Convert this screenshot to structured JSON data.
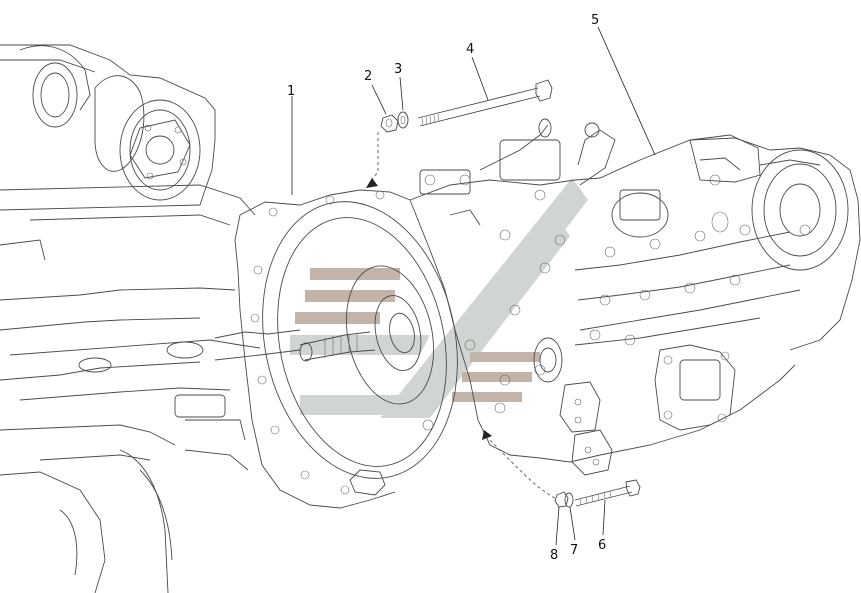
{
  "figure": {
    "callouts": [
      {
        "id": "c1",
        "label": "1"
      },
      {
        "id": "c2",
        "label": "2"
      },
      {
        "id": "c3",
        "label": "3"
      },
      {
        "id": "c4",
        "label": "4"
      },
      {
        "id": "c5",
        "label": "5"
      },
      {
        "id": "c6",
        "label": "6"
      },
      {
        "id": "c7",
        "label": "7"
      },
      {
        "id": "c8",
        "label": "8"
      }
    ],
    "watermark_colors": {
      "grey": "#c9ceca",
      "brown": "#b8a79a"
    }
  }
}
